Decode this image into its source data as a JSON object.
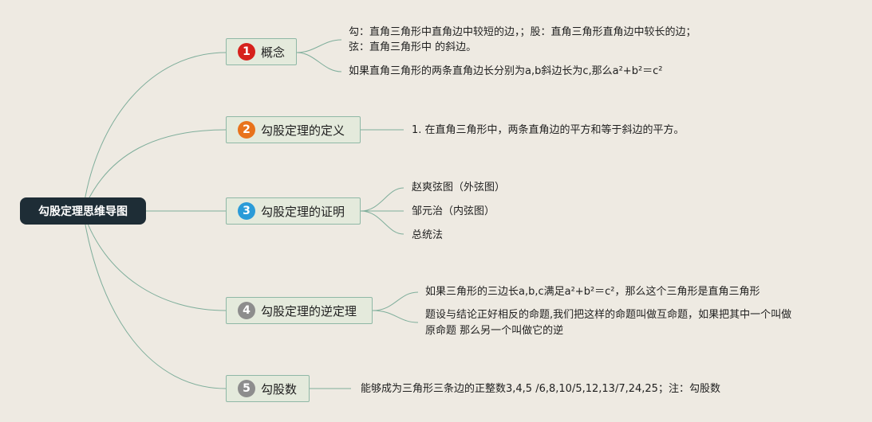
{
  "root": {
    "label": "勾股定理思维导图"
  },
  "colors": {
    "background": "#eeeae2",
    "root_bg": "#1e2d36",
    "branch_bg": "#e4eadc",
    "branch_border": "#8fb8a6",
    "connector": "#7fae9b",
    "badge_red": "#d6221c",
    "badge_orange": "#e8731c",
    "badge_blue": "#2a9bd8",
    "badge_gray": "#8d8d8d"
  },
  "branches": [
    {
      "number": "1",
      "label": "概念",
      "badge_color": "#d6221c",
      "leaves": [
        "勾：直角三角形中直角边中较短的边，；股：直角三角形直角边中较长的边；",
        "弦：直角三角形中 的斜边。",
        "如果直角三角形的两条直角边长分别为a,b斜边长为c,那么a²+b²＝c²"
      ]
    },
    {
      "number": "2",
      "label": "勾股定理的定义",
      "badge_color": "#e8731c",
      "leaves": [
        "1. 在直角三角形中，两条直角边的平方和等于斜边的平方。"
      ]
    },
    {
      "number": "3",
      "label": "勾股定理的证明",
      "badge_color": "#2a9bd8",
      "leaves": [
        "赵爽弦图（外弦图）",
        "邹元治（内弦图）",
        "总统法"
      ]
    },
    {
      "number": "4",
      "label": "勾股定理的逆定理",
      "badge_color": "#8d8d8d",
      "leaves": [
        "如果三角形的三边长a,b,c满足a²+b²＝c²，那么这个三角形是直角三角形",
        "题设与结论正好相反的命题,我们把这样的命题叫做互命题，如果把其中一个叫做",
        "原命题 那么另一个叫做它的逆"
      ]
    },
    {
      "number": "5",
      "label": "勾股数",
      "badge_color": "#8d8d8d",
      "leaves": [
        "能够成为三角形三条边的正整数3,4,5 /6,8,10/5,12,13/7,24,25；注：勾股数"
      ]
    }
  ]
}
